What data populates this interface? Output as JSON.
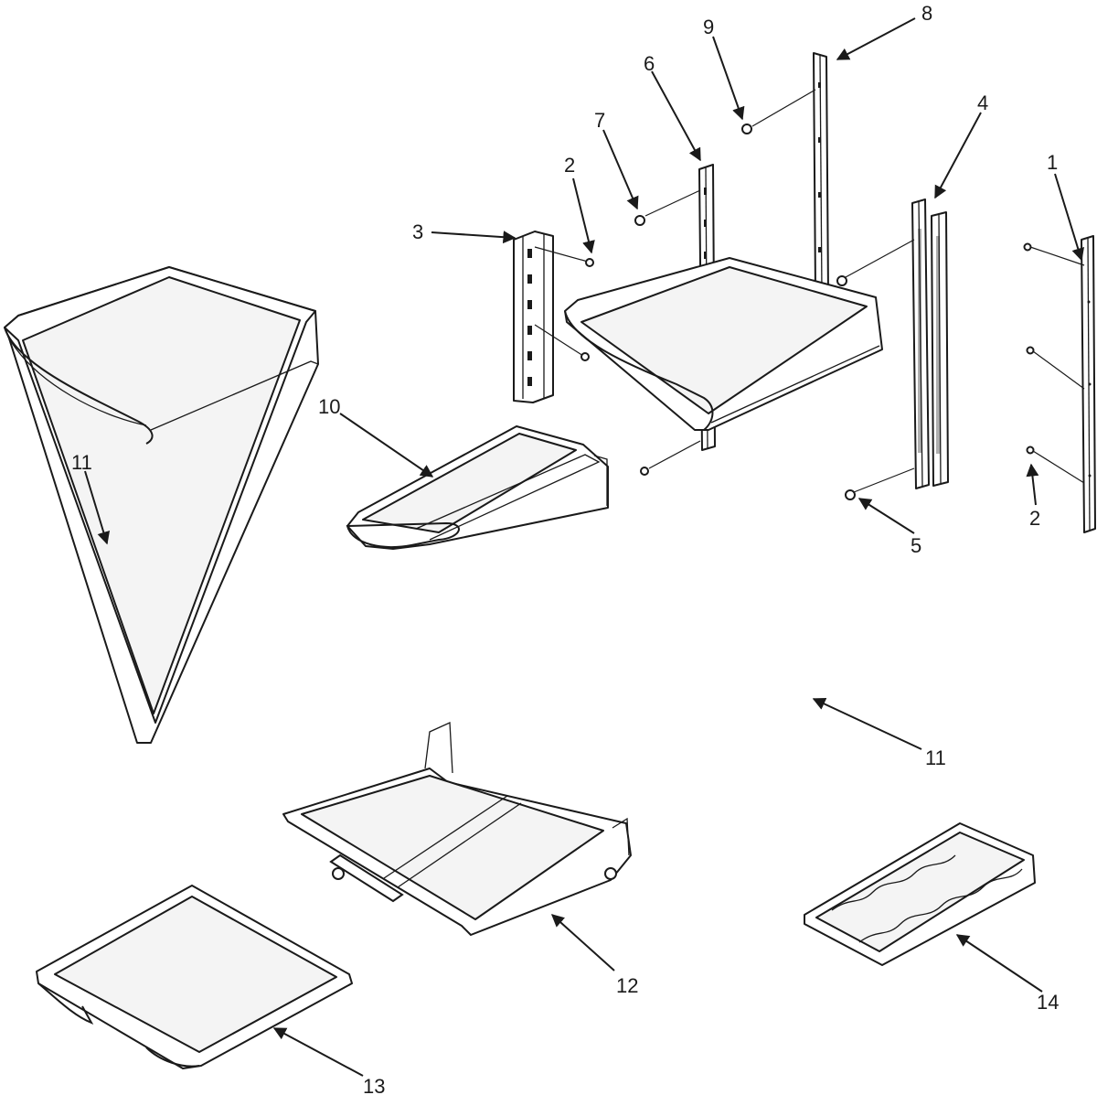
{
  "callouts": [
    {
      "id": "c1",
      "label": "1"
    },
    {
      "id": "c2a",
      "label": "2"
    },
    {
      "id": "c2b",
      "label": "2"
    },
    {
      "id": "c3",
      "label": "3"
    },
    {
      "id": "c4",
      "label": "4"
    },
    {
      "id": "c5",
      "label": "5"
    },
    {
      "id": "c6",
      "label": "6"
    },
    {
      "id": "c7",
      "label": "7"
    },
    {
      "id": "c8",
      "label": "8"
    },
    {
      "id": "c9",
      "label": "9"
    },
    {
      "id": "c10",
      "label": "10"
    },
    {
      "id": "c11a",
      "label": "11"
    },
    {
      "id": "c11b",
      "label": "11"
    },
    {
      "id": "c12",
      "label": "12"
    },
    {
      "id": "c13",
      "label": "13"
    },
    {
      "id": "c14",
      "label": "14"
    }
  ],
  "colors": {
    "line": "#1a1a1a",
    "background": "#ffffff"
  }
}
